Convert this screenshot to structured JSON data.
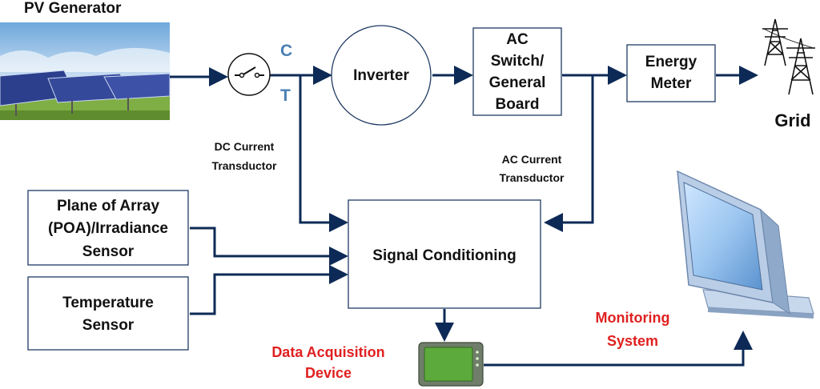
{
  "title": "PV Generator",
  "ct": {
    "c": "C",
    "t": "T"
  },
  "inverter": "Inverter",
  "ac_switch": [
    "AC",
    "Switch/",
    "General",
    "Board"
  ],
  "energy_meter": [
    "Energy",
    "Meter"
  ],
  "grid": "Grid",
  "dc_transductor": [
    "DC Current",
    "Transductor"
  ],
  "ac_transductor": [
    "AC Current",
    "Transductor"
  ],
  "poa_sensor": [
    "Plane of Array",
    "(POA)/Irradiance",
    "Sensor"
  ],
  "temperature_sensor": [
    "Temperature",
    "Sensor"
  ],
  "signal_conditioning": "Signal Conditioning",
  "data_acquisition": [
    "Data Acquisition",
    "Device"
  ],
  "monitoring_system": [
    "Monitoring",
    "System"
  ],
  "colors": {
    "wire": "#0d2a56",
    "box_border": "#1f3a63",
    "highlight_red": "#e02020",
    "ct_blue": "#4a7fb5",
    "daq_green": "#5daa3c"
  }
}
